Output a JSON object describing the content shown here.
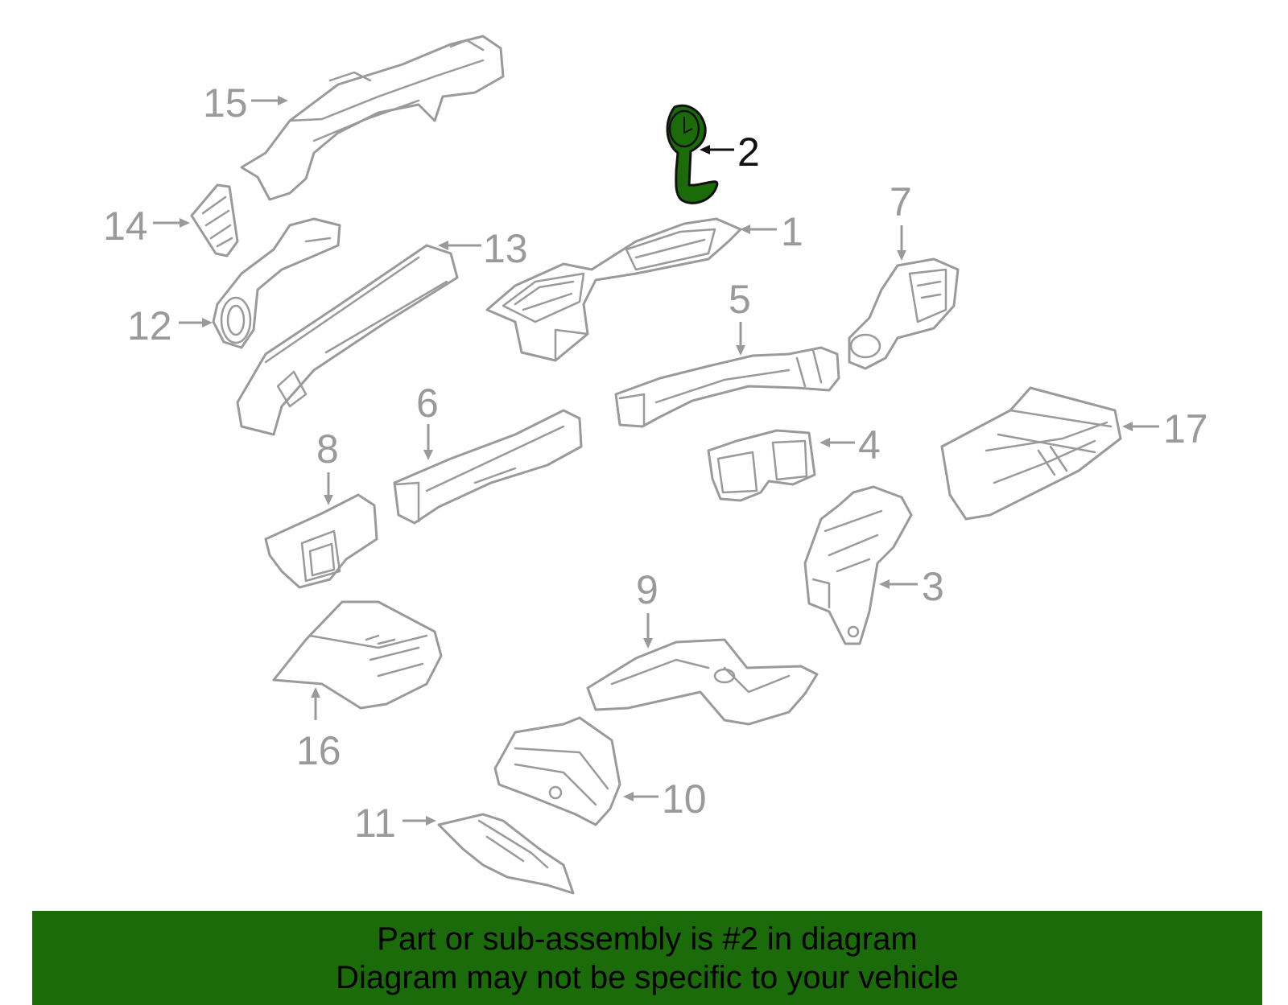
{
  "diagram": {
    "highlight_color": "#1b6b0a",
    "part_line_color": "#9a9a9a",
    "highlighted_part": "2",
    "callouts": [
      {
        "id": "p1",
        "label": "1"
      },
      {
        "id": "p2",
        "label": "2"
      },
      {
        "id": "p3",
        "label": "3"
      },
      {
        "id": "p4",
        "label": "4"
      },
      {
        "id": "p5",
        "label": "5"
      },
      {
        "id": "p6",
        "label": "6"
      },
      {
        "id": "p7",
        "label": "7"
      },
      {
        "id": "p8",
        "label": "8"
      },
      {
        "id": "p9",
        "label": "9"
      },
      {
        "id": "p10",
        "label": "10"
      },
      {
        "id": "p11",
        "label": "11"
      },
      {
        "id": "p12",
        "label": "12"
      },
      {
        "id": "p13",
        "label": "13"
      },
      {
        "id": "p14",
        "label": "14"
      },
      {
        "id": "p15",
        "label": "15"
      },
      {
        "id": "p16",
        "label": "16"
      },
      {
        "id": "p17",
        "label": "17"
      }
    ]
  },
  "banner": {
    "background": "#1b6b0a",
    "line1": "Part or sub-assembly is #2 in diagram",
    "line2": "Diagram may not be specific to your vehicle"
  }
}
